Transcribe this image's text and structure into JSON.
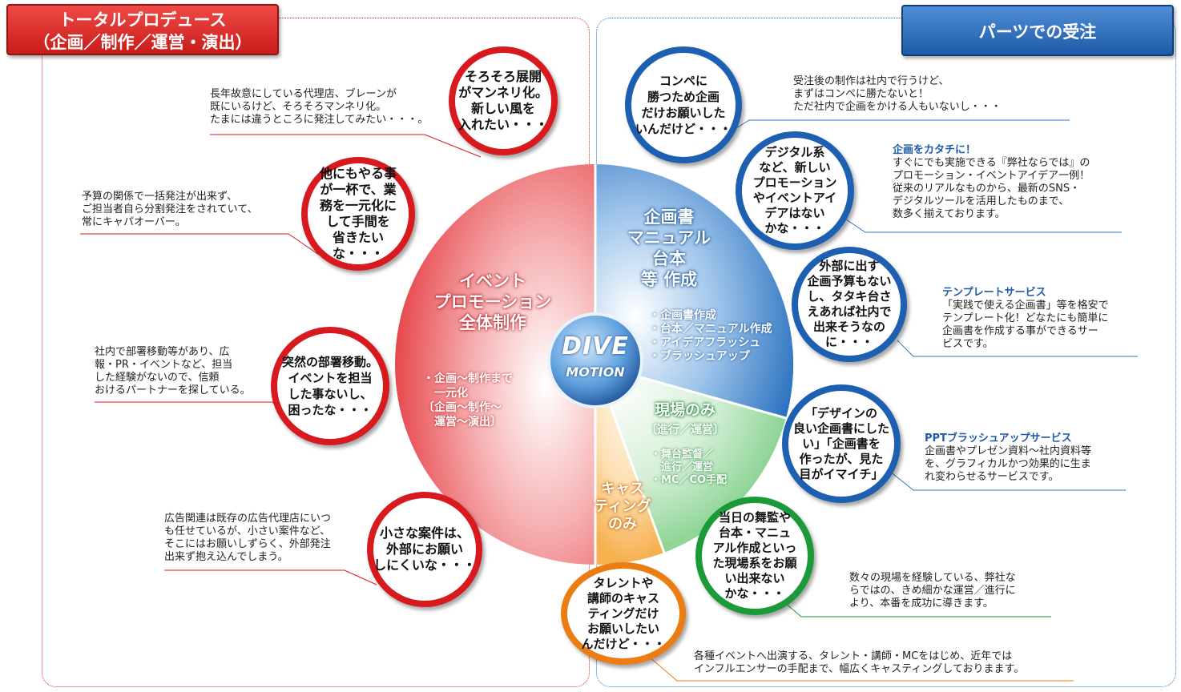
{
  "header_left": {
    "line1": "トータルプロデュース",
    "line2": "（企画／制作／運営・演出）"
  },
  "header_right": {
    "title": "パーツでの受注"
  },
  "center_logo": {
    "line1": "DIVE",
    "line2": "MOTION"
  },
  "segments": {
    "full": {
      "title": "イベント\nプロモーション\n全体制作",
      "items": "・企画～制作まで\n　一元化\n〔企画～制作～\n　運営～演出〕",
      "color": "#e8333a"
    },
    "planning": {
      "title": "企画書\nマニュアル\n台本\n等 作成",
      "items": "・企画書作成\n・台本／マニュアル作成\n・アイデアフラッシュ\n・ブラッシュアップ",
      "color": "#2f78c4"
    },
    "onsite": {
      "title": "現場のみ",
      "sub": "〔進行／運営〕",
      "items": "・舞台監督／\n　進行／運営\n・MC／CO手配",
      "color": "#38b24a"
    },
    "casting": {
      "title": "キャス\nティング\nのみ",
      "color": "#f39a1e"
    }
  },
  "bubbles_left": [
    {
      "text": "そろそろ展開\nがマンネリ化。\n新しい風を\n入れたい・・・"
    },
    {
      "text": "他にもやる事\nが一杯で、業\n務を一元化に\nして手間を\n省きたいな・・・"
    },
    {
      "text": "突然の部署移動。\nイベントを担当\nした事ないし、\n困ったな・・・"
    },
    {
      "text": "小さな案件は、\n外部にお願い\nしにくいな・・・"
    }
  ],
  "notes_left": [
    {
      "text": "長年故意にしている代理店、ブレーンが\n既にいるけど、そろそろマンネリ化。\nたまには違うところに発注してみたい・・・。"
    },
    {
      "text": "予算の関係で一括発注が出来ず、\nご担当者自ら分割発注をされていて、\n常にキャパオーバー。"
    },
    {
      "text": "社内で部署移動等があり、広\n報・PR・イベントなど、担当\nした経験がないので、信頼\nおけるパートナーを探している。"
    },
    {
      "text": "広告関連は既存の広告代理店にいつ\nも任せているが、小さい案件など、\nそこにはお願いしずらく、外部発注\n出来ず抱え込んでしまう。"
    }
  ],
  "bubbles_right": [
    {
      "text": "コンペに\n勝つため企画\nだけお願いした\nいんだけど・・・"
    },
    {
      "text": "デジタル系\nなど、新しい\nプロモーション\nやイベントアイ\nデアはない\nかな・・・"
    },
    {
      "text": "外部に出す\n企画予算もない\nし、タタキ台さ\nえあれば社内で\n出来そうなの\nに・・・"
    },
    {
      "text": "「デザインの\n良い企画書にした\nい」「企画書を\n作ったが、見た\n目がイマイチ」"
    },
    {
      "text": "当日の舞監や\n台本・マニュ\nアル作成といっ\nた現場系をお願\nい出来ない\nかな・・・"
    },
    {
      "text": "タレントや\n講師のキャス\nティングだけ\nお願いしたい\nんだけど・・・"
    }
  ],
  "notes_right": [
    {
      "head": "",
      "text": "受注後の制作は社内で行うけど、\nまずはコンペに勝たないと！\nただ社内で企画をかける人もいないし・・・"
    },
    {
      "head": "企画をカタチに！",
      "text": "すぐにでも実施できる『弊社ならでは』の\nプロモーション・イベントアイデア一例！\n従来のリアルなものから、最新のSNS・\nデジタルツールを活用したものまで、\n数多く揃えております。"
    },
    {
      "head": "テンプレートサービス",
      "text": "「実践で使える企画書」等を格安で\nテンプレート化！どなたにも簡単に\n企画書を作成する事ができるサー\nビスです。"
    },
    {
      "head": "PPTブラッシュアップサービス",
      "text": "企画書やプレゼン資料～社内資料等\nを、グラフィカルかつ効果的に生ま\nれ変わらせるサービスです。"
    },
    {
      "head": "",
      "text": "数々の現場を経験している、弊社な\nらではの、きめ細かな運営／進行に\nより、本番を成功に導きます。"
    },
    {
      "head": "",
      "text": "各種イベントへ出演する、タレント・講師・MCをはじめ、近年では\nインフルエンサーの手配まで、幅広くキャスティングしておりまます。"
    }
  ]
}
